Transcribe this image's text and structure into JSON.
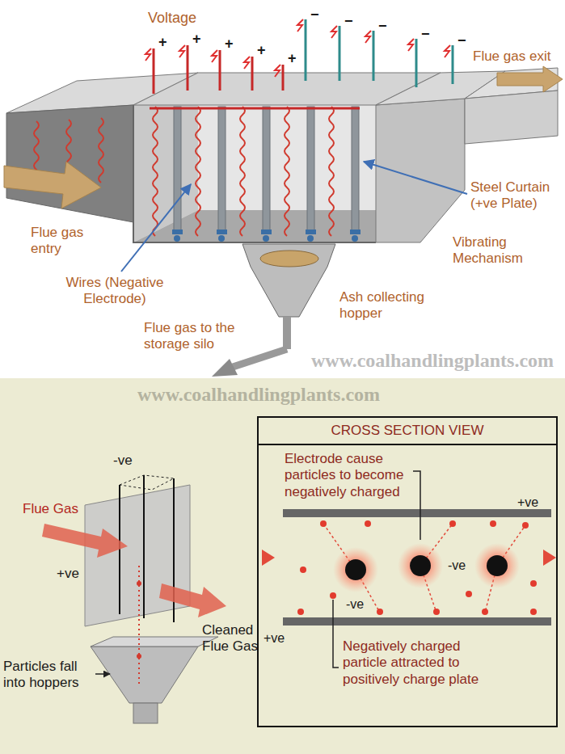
{
  "diagram": {
    "nodes": [
      {
        "text": [
          "CROSS SECTION VIEW"
        ]
      }
    ],
    "labels": [
      "Voltage",
      "+",
      "+",
      "+",
      "+",
      "+",
      "−",
      "−",
      "−",
      "−",
      "−",
      "Flue gas exit",
      "Steel Curtain (+ve Plate)",
      "Flue gas entry",
      "Vibrating Mechanism",
      "Wires (Negative Electrode)",
      "Ash collecting hopper",
      "Flue gas to the storage silo",
      "www.coalhandlingplants.com",
      "-ve",
      "Flue Gas",
      "+ve",
      "Particles fall into hoppers",
      "Cleaned Flue Gas",
      "www.coalhandlingplants.com",
      "Electrode cause particles to become negatively charged",
      "+ve",
      "-ve",
      "-ve",
      "+ve",
      "Negatively charged particle attracted to positively charge plate"
    ]
  }
}
